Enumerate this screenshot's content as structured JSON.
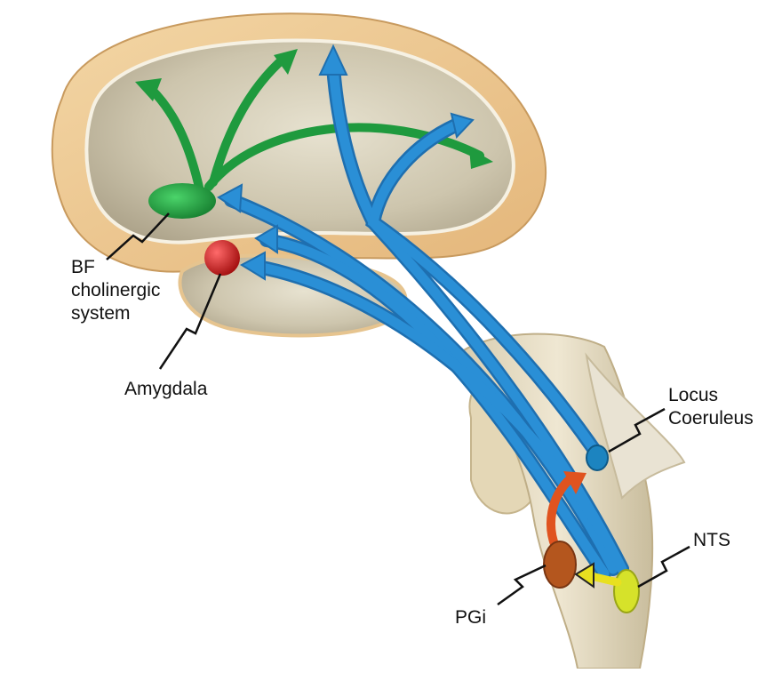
{
  "labels": {
    "bf_line1": "BF",
    "bf_line2": "cholinergic",
    "bf_line3": "system",
    "amygdala": "Amygdala",
    "lc_line1": "Locus",
    "lc_line2": "Coeruleus",
    "nts": "NTS",
    "pgi": "PGi"
  },
  "colors": {
    "cholinergic_arrows": "#1f9a3e",
    "noradrenergic_arrows": "#2a8fd6",
    "amygdala": "#cc1f1f",
    "pgi_projection": "#e0531f",
    "nts_projection": "#e8e020",
    "cortex_rim": "#e8c08a",
    "brain_tissue": "#cfc6ae"
  }
}
